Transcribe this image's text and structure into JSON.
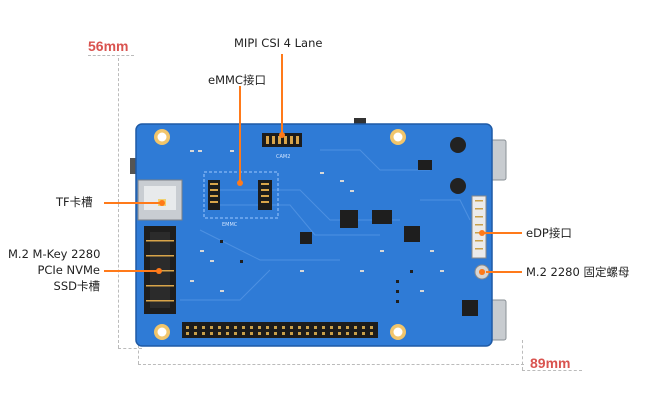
{
  "dimensions": {
    "height_label": "56mm",
    "width_label": "89mm"
  },
  "callouts": {
    "mipi": "MIPI CSI 4 Lane",
    "emmc": "eMMC接口",
    "tf": "TF卡槽",
    "m2_line1": "M.2 M-Key 2280",
    "m2_line2": "PCIe NVMe",
    "m2_line3": "SSD卡槽",
    "edp": "eDP接口",
    "screw": "M.2 2280 固定螺母"
  },
  "silkscreen": {
    "cam": "CAM2",
    "emmc": "EMMC"
  },
  "colors": {
    "board": "#2f7bd6",
    "pointer": "#ff7a1a",
    "dimension": "#d9534f"
  }
}
